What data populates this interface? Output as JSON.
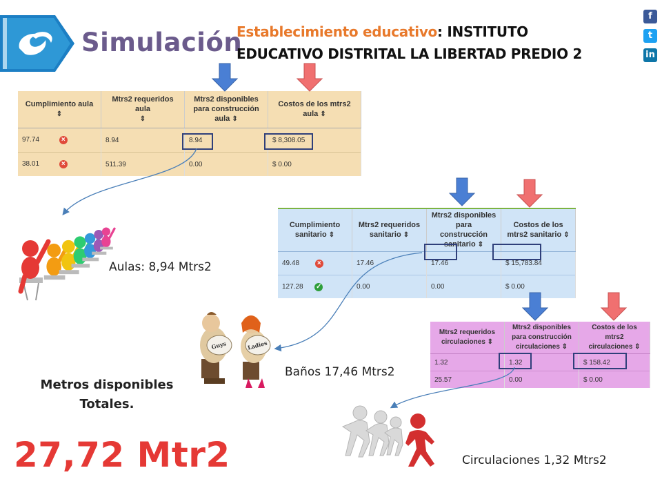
{
  "header": {
    "title": "Simulación",
    "estab_label": "Establecimiento educativo",
    "estab_value": "INSTITUTO EDUCATIVO DISTRITAL LA LIBERTAD PREDIO 2"
  },
  "social": {
    "facebook": "f",
    "twitter": "t",
    "linkedin": "in"
  },
  "table_aula": {
    "headers": [
      "Cumplimiento aula",
      "Mtrs2 requeridos aula",
      "Mtrs2 disponibles para construcción aula",
      "Costos de los mtrs2 aula"
    ],
    "rows": [
      {
        "cumplimiento": "97.74",
        "status": "error",
        "requeridos": "8.94",
        "disponibles": "8.94",
        "costos": "$ 8,308.05"
      },
      {
        "cumplimiento": "38.01",
        "status": "error",
        "requeridos": "511.39",
        "disponibles": "0.00",
        "costos": "$ 0.00"
      }
    ]
  },
  "table_sanitario": {
    "headers": [
      "Cumplimiento sanitario",
      "Mtrs2 requeridos sanitario",
      "Mtrs2 disponibles para construcción sanitario",
      "Costos de los mtrs2 sanitario"
    ],
    "rows": [
      {
        "cumplimiento": "49.48",
        "status": "error",
        "requeridos": "17.46",
        "disponibles": "17.46",
        "costos": "$ 15,783.84"
      },
      {
        "cumplimiento": "127.28",
        "status": "ok",
        "requeridos": "0.00",
        "disponibles": "0.00",
        "costos": "$ 0.00"
      }
    ]
  },
  "table_circulaciones": {
    "headers": [
      "Mtrs2 requeridos circulaciones",
      "Mtrs2 disponibles para construcción circulaciones",
      "Costos de los mtrs2 circulaciones"
    ],
    "rows": [
      {
        "requeridos": "1.32",
        "disponibles": "1.32",
        "costos": "$ 158.42"
      },
      {
        "requeridos": "25.57",
        "disponibles": "0.00",
        "costos": "$ 0.00"
      }
    ]
  },
  "captions": {
    "aulas": "Aulas: 8,94 Mtrs2",
    "banos": "Baños 17,46 Mtrs2",
    "circulaciones": "Circulaciones 1,32 Mtrs2",
    "metros_line1": "Metros disponibles",
    "metros_line2": "Totales.",
    "total": "27,72 Mtr2"
  },
  "illustrations": {
    "banos_sign_left": "Guys",
    "banos_sign_right": "Ladies"
  },
  "colors": {
    "title": "#6b5b8c",
    "estab_label": "#e8792b",
    "total": "#e53935",
    "arrow_blue": "#4a7fd4",
    "arrow_red": "#f07070",
    "table_aula_bg": "#f5deb3",
    "table_sanitario_bg": "#d0e4f7",
    "table_circulaciones_bg": "#e6a8e8",
    "highlight_box": "#2f3f7a"
  },
  "icons": [
    "logo-icon",
    "facebook-icon",
    "twitter-icon",
    "linkedin-icon",
    "sort-icon",
    "error-icon",
    "check-icon",
    "people-icon",
    "restroom-icon",
    "running-icon"
  ]
}
